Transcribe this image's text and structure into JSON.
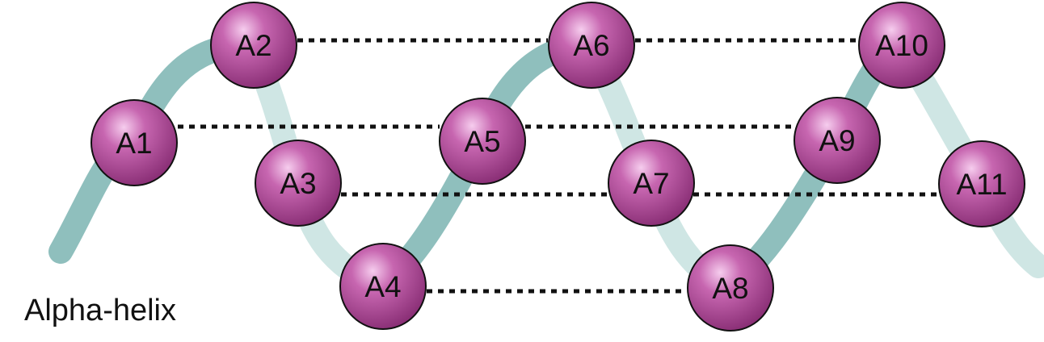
{
  "caption": "Alpha-helix",
  "residues": [
    {
      "label": "A1"
    },
    {
      "label": "A2"
    },
    {
      "label": "A3"
    },
    {
      "label": "A4"
    },
    {
      "label": "A5"
    },
    {
      "label": "A6"
    },
    {
      "label": "A7"
    },
    {
      "label": "A8"
    },
    {
      "label": "A9"
    },
    {
      "label": "A10"
    },
    {
      "label": "A11"
    }
  ],
  "colors": {
    "residue_fill": "#a8428f",
    "residue_highlight": "#f2c6ea",
    "residue_stroke": "#111111",
    "ribbon_front": "#8fbfbd",
    "ribbon_back": "#cfe6e4",
    "bond_line": "#111111"
  }
}
